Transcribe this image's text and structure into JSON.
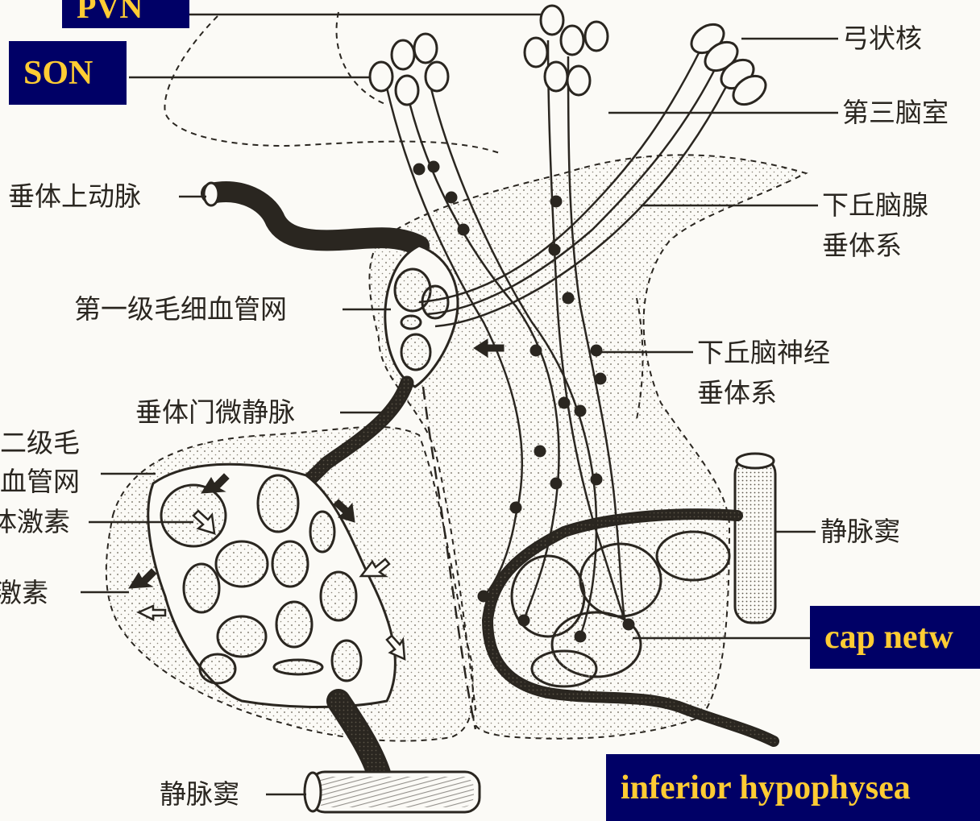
{
  "overlay_tags": {
    "pvn": "PVN",
    "son": "SON",
    "cap_network": "cap netw",
    "inferior_hypophyseal": "inferior hypophysea"
  },
  "labels": {
    "arcuate_nucleus": "弓状核",
    "third_ventricle": "第三脑室",
    "tuberohypophyseal_line1": "下丘脑腺",
    "tuberohypophyseal_line2": "垂体系",
    "superior_hypophyseal_artery": "垂体上动脉",
    "primary_capillary_plexus": "第一级毛细血管网",
    "hypothalamo_neurohypophyseal_line1": "下丘脑神经",
    "hypothalamo_neurohypophyseal_line2": "垂体系",
    "portal_venules": "垂体门微静脉",
    "secondary_plexus_line1": "二级毛",
    "secondary_plexus_line2": "血管网",
    "hormone_1": "体激素",
    "hormone_2": "激素",
    "venous_sinus_right": "静脉窦",
    "venous_sinus_bottom": "静脉窦"
  },
  "colors": {
    "tag_background": "#000066",
    "tag_text": "#ffcc33",
    "ink": "#2a2620",
    "paper": "#fbfaf6"
  }
}
